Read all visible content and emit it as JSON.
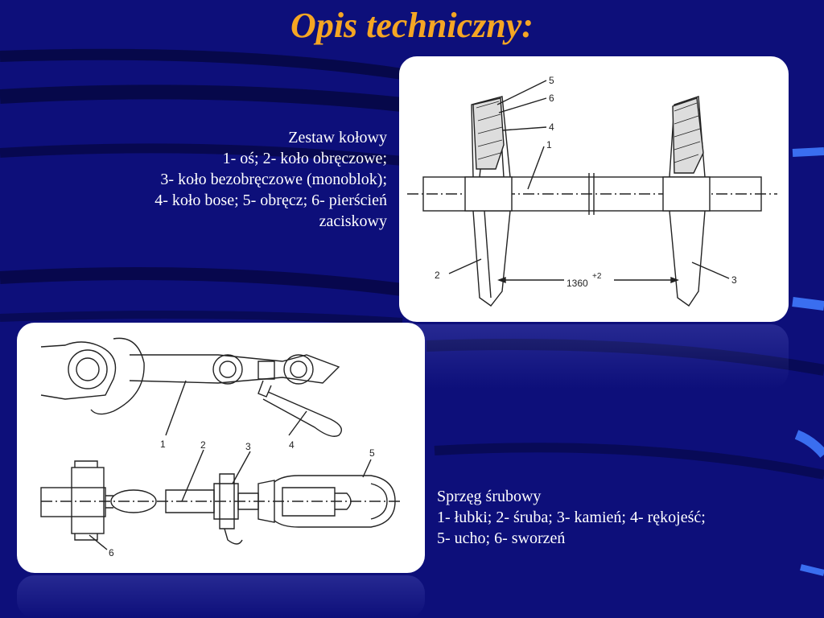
{
  "slide": {
    "title": "Opis techniczny:"
  },
  "wheelset": {
    "caption_lines": [
      "Zestaw kołowy",
      "1- oś; 2- koło obręczowe;",
      "3- koło bezobręczowe (monoblok);",
      "4- koło bose; 5- obręcz; 6- pierścień",
      "zaciskowy"
    ],
    "labels": {
      "l1": "1",
      "l2": "2",
      "l3": "3",
      "l4": "4",
      "l5": "5",
      "l6": "6"
    },
    "dimension": "1360",
    "tolerance": "+2"
  },
  "coupler": {
    "caption_lines": [
      "Sprzęg śrubowy",
      "1- łubki; 2- śruba; 3- kamień; 4- rękojeść;",
      "5- ucho; 6- sworzeń"
    ],
    "labels": {
      "l1": "1",
      "l2": "2",
      "l3": "3",
      "l4": "4",
      "l5": "5",
      "l6": "6"
    }
  },
  "colors": {
    "background": "#0d0f7a",
    "title": "#f5a623",
    "text": "#ffffff"
  }
}
